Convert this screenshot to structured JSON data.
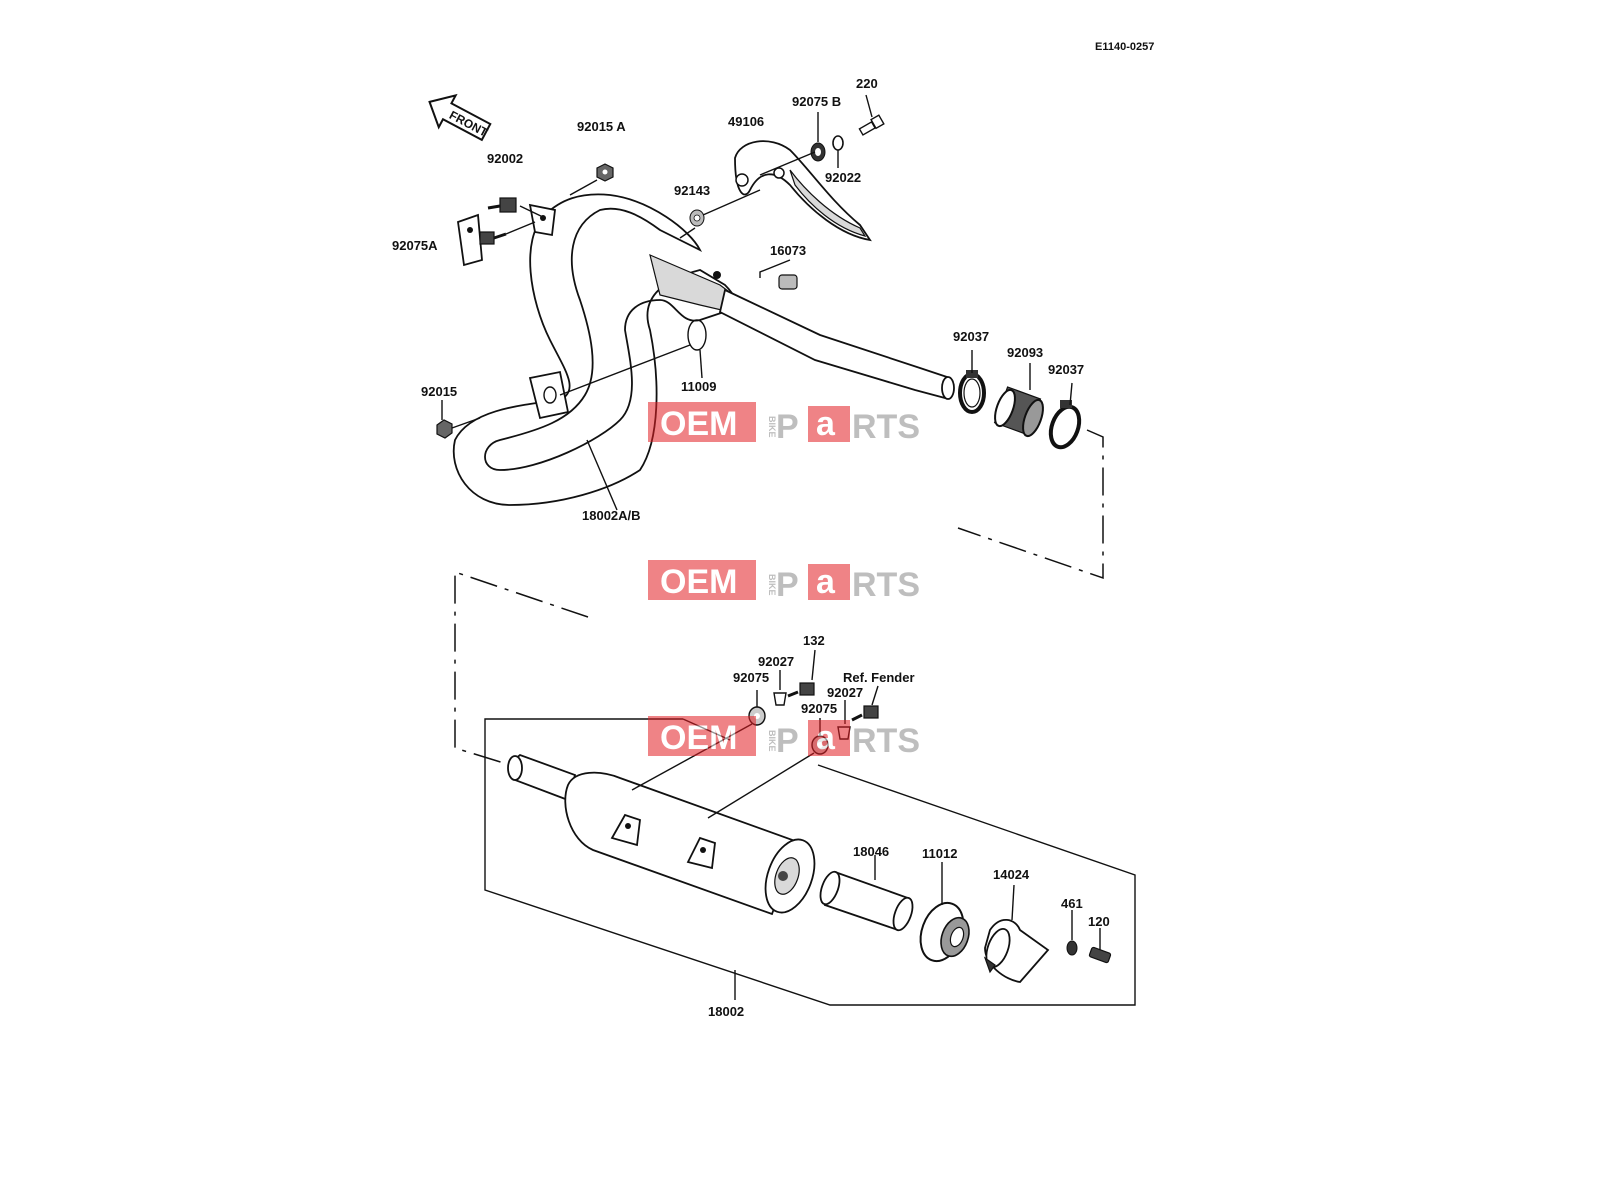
{
  "diagram": {
    "code": "E1140-0257",
    "front_label": "FRONT",
    "parts": {
      "p220": "220",
      "p92075B": "92075 B",
      "p49106": "49106",
      "p92015A": "92015 A",
      "p92002": "92002",
      "p92022": "92022",
      "p92143": "92143",
      "p92075A": "92075A",
      "p16073": "16073",
      "p92037a": "92037",
      "p92093": "92093",
      "p92037b": "92037",
      "p11009": "11009",
      "p92015": "92015",
      "p18002AB": "18002A/B",
      "p132": "132",
      "p92027a": "92027",
      "p92075a": "92075",
      "p_ref_fender": "Ref. Fender",
      "p92027b": "92027",
      "p92075b": "92075",
      "p18046": "18046",
      "p11012": "11012",
      "p14024": "14024",
      "p461": "461",
      "p120": "120",
      "p18002": "18002"
    }
  },
  "watermark": {
    "oem": "OEM",
    "bike": "BIKE",
    "p": "P",
    "a": "a",
    "rts": "RTS",
    "colors": {
      "red": "#e31e24",
      "grey": "#8a8a8a"
    }
  }
}
